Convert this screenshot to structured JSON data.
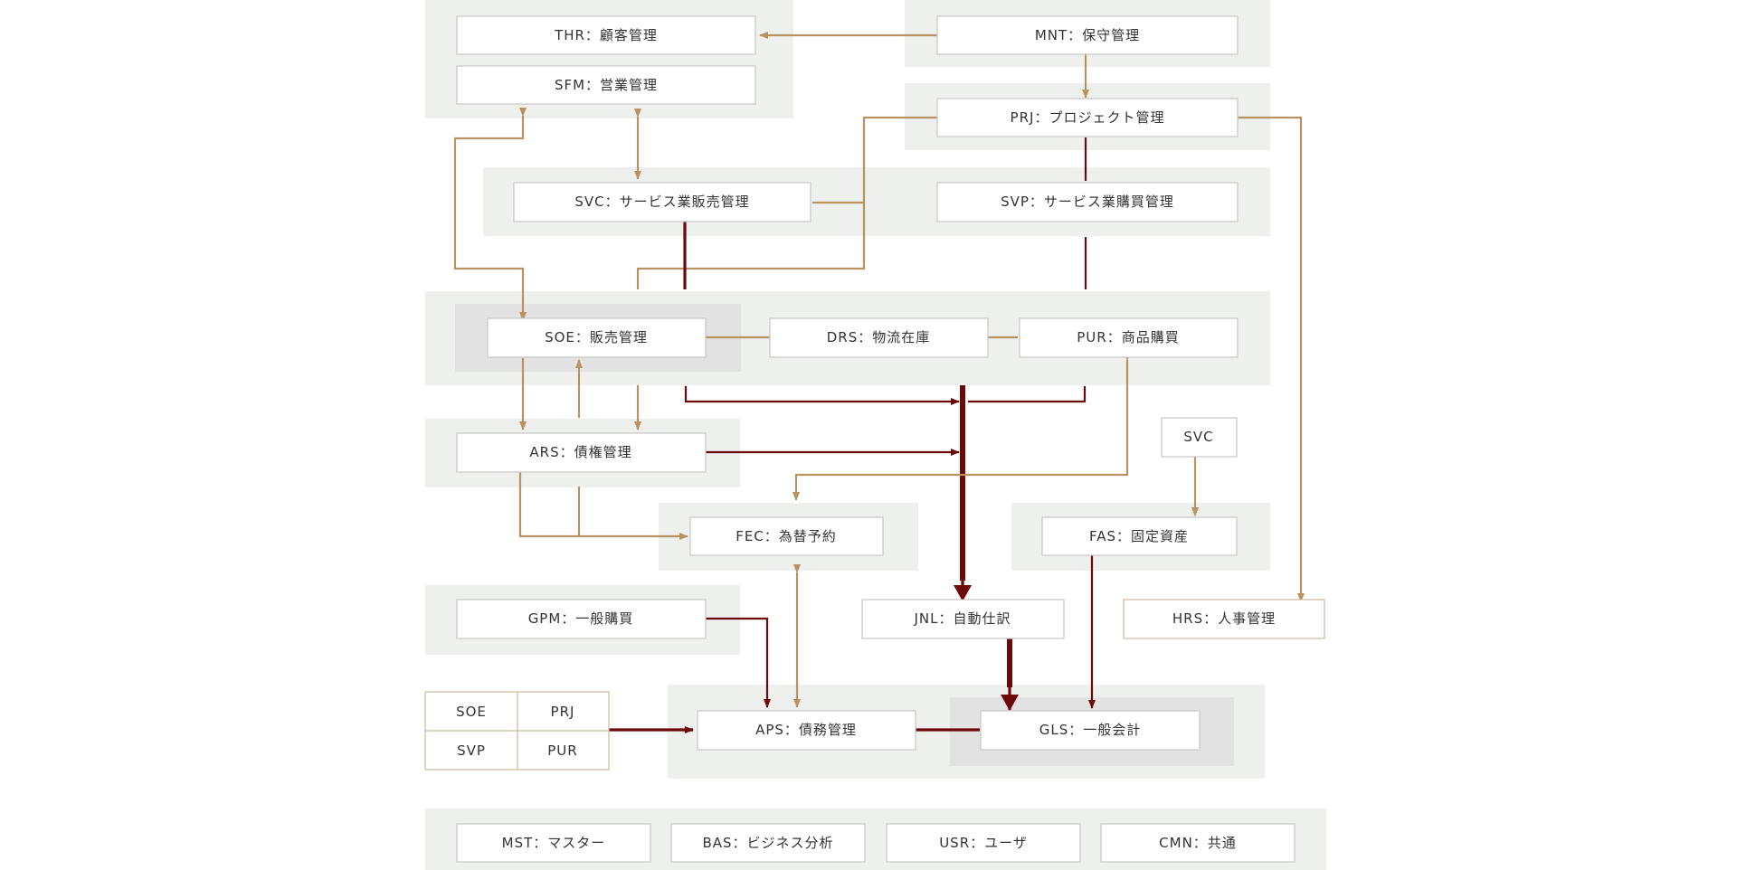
{
  "modules": {
    "thr": "THR：顧客管理",
    "sfm": "SFM：営業管理",
    "mnt": "MNT：保守管理",
    "prj": "PRJ：プロジェクト管理",
    "svc": "SVC：サービス業販売管理",
    "svp": "SVP：サービス業購買管理",
    "soe": "SOE：販売管理",
    "drs": "DRS：物流在庫",
    "pur": "PUR：商品購買",
    "ars": "ARS：債権管理",
    "svc_small": "SVC",
    "fec": "FEC：為替予約",
    "fas": "FAS：固定資産",
    "gpm": "GPM：一般購買",
    "jnl": "JNL：自動仕訳",
    "hrs": "HRS：人事管理",
    "aps": "APS：債務管理",
    "gls": "GLS：一般会計"
  },
  "source_grid": {
    "soe": "SOE",
    "prj": "PRJ",
    "svp": "SVP",
    "pur": "PUR"
  },
  "footer": {
    "mst": "MST：マスター",
    "bas": "BAS：ビジネス分析",
    "usr": "USR：ユーザ",
    "cmn": "CMN：共通"
  },
  "colors": {
    "group_background": "#eef0ee",
    "group_background_dark": "#e2e2e2",
    "link_gold": "#b89260",
    "link_red": "#6c0a0a"
  }
}
